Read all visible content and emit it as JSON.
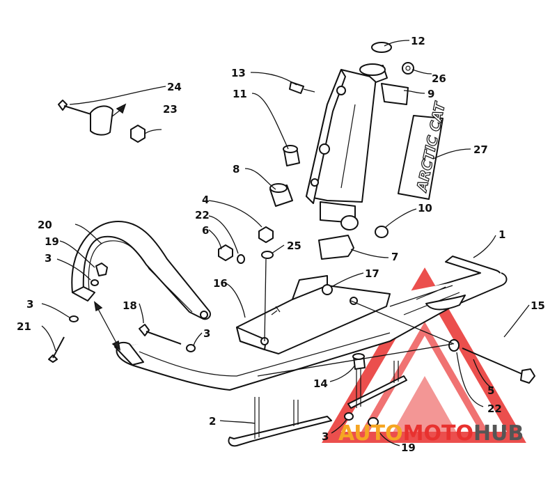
{
  "callouts": [
    {
      "id": "c1",
      "label": "1"
    },
    {
      "id": "c2",
      "label": "2"
    },
    {
      "id": "c3a",
      "label": "3"
    },
    {
      "id": "c3b",
      "label": "3"
    },
    {
      "id": "c3c",
      "label": "3"
    },
    {
      "id": "c3d",
      "label": "3"
    },
    {
      "id": "c4",
      "label": "4"
    },
    {
      "id": "c5",
      "label": "5"
    },
    {
      "id": "c6",
      "label": "6"
    },
    {
      "id": "c7",
      "label": "7"
    },
    {
      "id": "c8",
      "label": "8"
    },
    {
      "id": "c9",
      "label": "9"
    },
    {
      "id": "c10",
      "label": "10"
    },
    {
      "id": "c11",
      "label": "11"
    },
    {
      "id": "c12",
      "label": "12"
    },
    {
      "id": "c13",
      "label": "13"
    },
    {
      "id": "c14",
      "label": "14"
    },
    {
      "id": "c15",
      "label": "15"
    },
    {
      "id": "c16",
      "label": "16"
    },
    {
      "id": "c17",
      "label": "17"
    },
    {
      "id": "c18",
      "label": "18"
    },
    {
      "id": "c19a",
      "label": "19"
    },
    {
      "id": "c19b",
      "label": "19"
    },
    {
      "id": "c20",
      "label": "20"
    },
    {
      "id": "c21",
      "label": "21"
    },
    {
      "id": "c22a",
      "label": "22"
    },
    {
      "id": "c22b",
      "label": "22"
    },
    {
      "id": "c23",
      "label": "23"
    },
    {
      "id": "c24",
      "label": "24"
    },
    {
      "id": "c25",
      "label": "25"
    },
    {
      "id": "c26",
      "label": "26"
    },
    {
      "id": "c27",
      "label": "27"
    }
  ],
  "decal_text": "ARCTIC CAT",
  "watermark": {
    "part1": "AUTO",
    "part2": "MOTO",
    "part3": "HUB",
    "color_orange": "#f5a623",
    "color_red": "#e8312f",
    "color_gray": "#555555"
  }
}
